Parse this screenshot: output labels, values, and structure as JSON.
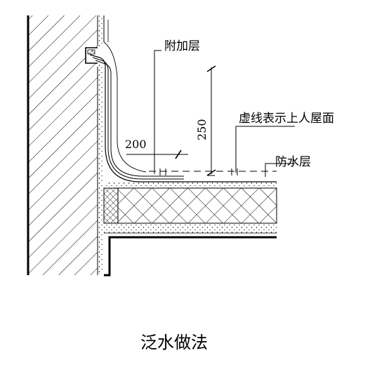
{
  "drawing": {
    "labels": {
      "added_layer": "附加层",
      "dashed_line_note": "虚线表示上人屋面",
      "waterproof_layer": "防水层"
    },
    "dimensions": {
      "horizontal": "200",
      "vertical": "250"
    },
    "caption": "泛水做法"
  },
  "colors": {
    "ink": "#000000",
    "background": "#ffffff"
  }
}
